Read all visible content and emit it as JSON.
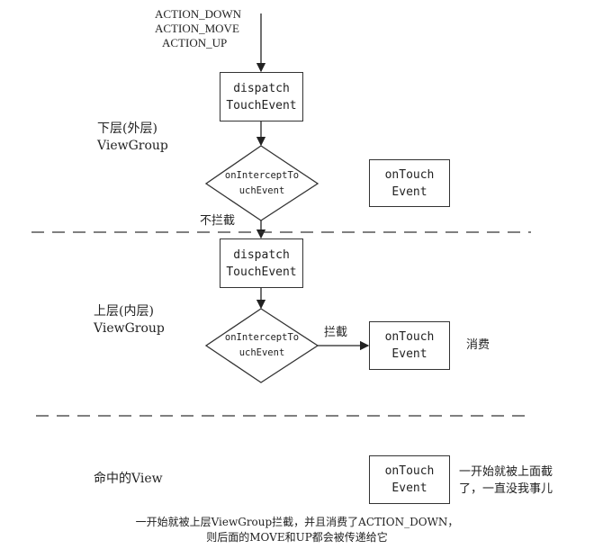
{
  "input_events": [
    "ACTION_DOWN",
    "ACTION_MOVE",
    "ACTION_UP"
  ],
  "outer": {
    "label1": "下层(外层)",
    "label2": "ViewGroup",
    "dispatch": [
      "dispatch",
      "TouchEvent"
    ],
    "intercept": [
      "onInterceptTo",
      "uchEvent"
    ],
    "ontouch": [
      "onTouch",
      "Event"
    ],
    "no_intercept": "不拦截"
  },
  "inner": {
    "label1": "上层(内层)",
    "label2": "ViewGroup",
    "dispatch": [
      "dispatch",
      "TouchEvent"
    ],
    "intercept": [
      "onInterceptTo",
      "uchEvent"
    ],
    "ontouch": [
      "onTouch",
      "Event"
    ],
    "intercept_label": "拦截",
    "consume": "消费"
  },
  "view": {
    "label": "命中的View",
    "ontouch": [
      "onTouch",
      "Event"
    ],
    "note": [
      "一开始就被上面截",
      "了，一直没我事儿"
    ]
  },
  "footer": [
    "一开始就被上层ViewGroup拦截，并且消费了ACTION_DOWN，",
    "则后面的MOVE和UP都会被传递给它"
  ]
}
